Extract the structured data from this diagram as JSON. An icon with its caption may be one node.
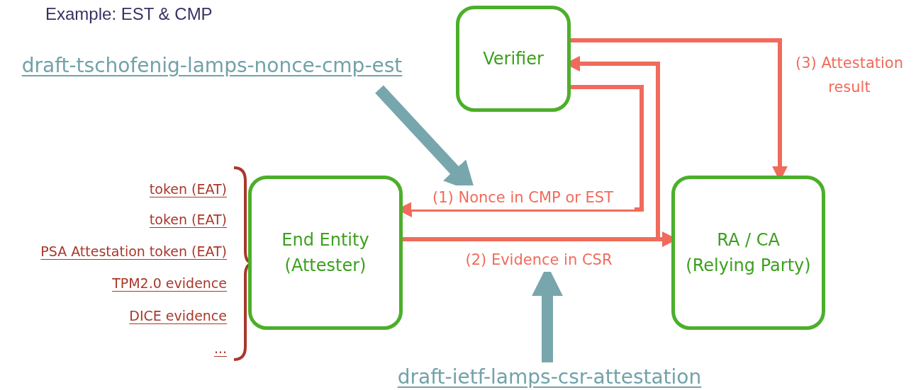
{
  "diagram": {
    "title": "Example: EST & CMP",
    "nodes": [
      {
        "text": [
          "Verifier"
        ]
      },
      {
        "text": [
          "End Entity (Attester)"
        ]
      },
      {
        "text": [
          "RA / CA (Relying Party)"
        ]
      },
      {
        "text": [
          "draft-tschofenig-lamps-nonce-cmp-est"
        ]
      },
      {
        "text": [
          "draft-ietf-lamps-csr-attestation"
        ]
      }
    ],
    "edges": [
      {
        "from": 0,
        "to": 1,
        "arrow": "to",
        "label": "(1) Nonce in CMP or EST",
        "color": "#f06b5b"
      },
      {
        "from": 1,
        "to": 2,
        "arrow": "to",
        "label": "(2) Evidence in CSR",
        "color": "#f06b5b"
      },
      {
        "from": 1,
        "to": 0,
        "arrow": "to",
        "color": "#f06b5b"
      },
      {
        "from": 0,
        "to": 2,
        "arrow": "to",
        "label": "(3) Attestation result",
        "color": "#f06b5b"
      },
      {
        "from": 3,
        "to": null,
        "arrow": "to",
        "style": "thick",
        "color": "#78a6ad"
      },
      {
        "from": 4,
        "to": null,
        "arrow": "to",
        "style": "thick",
        "color": "#78a6ad"
      }
    ],
    "labels": [
      "token (EAT)",
      "token (EAT)",
      "PSA Attestation token (EAT)",
      "TPM2.0 evidence",
      "DICE evidence",
      "..."
    ]
  }
}
